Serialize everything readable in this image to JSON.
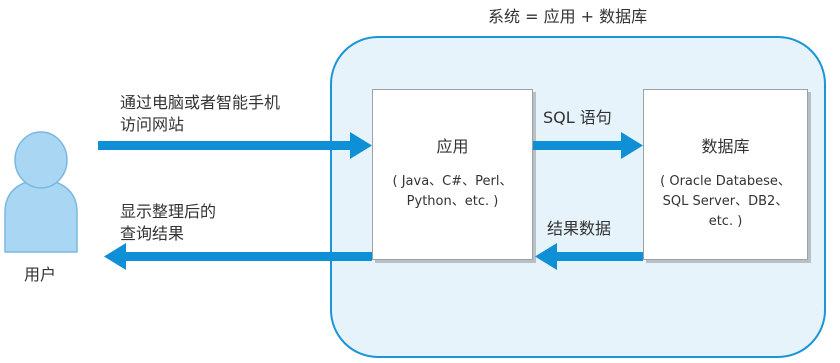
{
  "system_label": "系统 = 应用 + 数据库",
  "user": {
    "label": "用户",
    "request_label_line1": "通过电脑或者智能手机",
    "request_label_line2": "访问网站",
    "response_label_line1": "显示整理后的",
    "response_label_line2": "查询结果"
  },
  "app": {
    "title": "应用",
    "detail_line1": "( Java、C#、Perl、",
    "detail_line2": "Python、etc. )"
  },
  "db": {
    "title": "数据库",
    "detail_line1": "( Oracle Databese、",
    "detail_line2": "SQL Server、DB2、",
    "detail_line3": "etc. )"
  },
  "links": {
    "sql_label": "SQL 语句",
    "result_label": "结果数据"
  },
  "colors": {
    "arrow": "#0f8fd6",
    "system_fill": "#e6f3fb",
    "system_border": "#1b95d7",
    "user_fill": "#a9d6f2",
    "user_stroke": "#7ab8dd"
  },
  "icons": {
    "user": "person-icon"
  }
}
